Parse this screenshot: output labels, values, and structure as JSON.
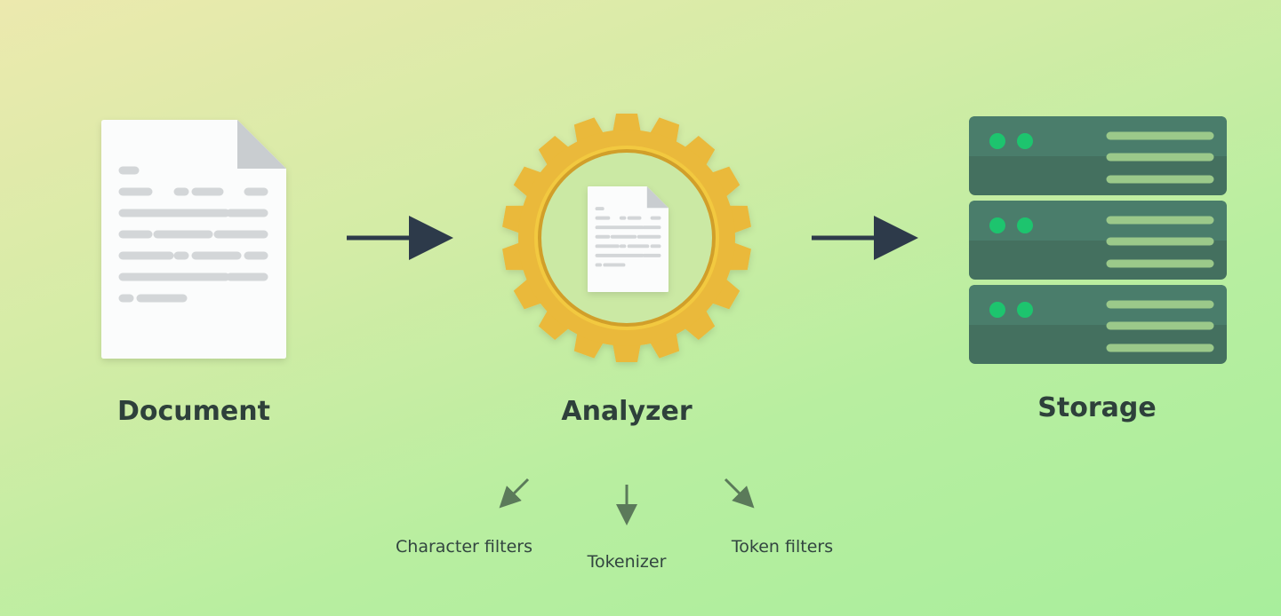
{
  "stages": {
    "document": "Document",
    "analyzer": "Analyzer",
    "storage": "Storage"
  },
  "analyzer_steps": [
    "Character filters",
    "Tokenizer",
    "Token filters"
  ],
  "colors": {
    "gear": "#eab93a",
    "server": "#4a7d6b",
    "server_led": "#1dc46e",
    "arrow": "#2d3a4a"
  }
}
